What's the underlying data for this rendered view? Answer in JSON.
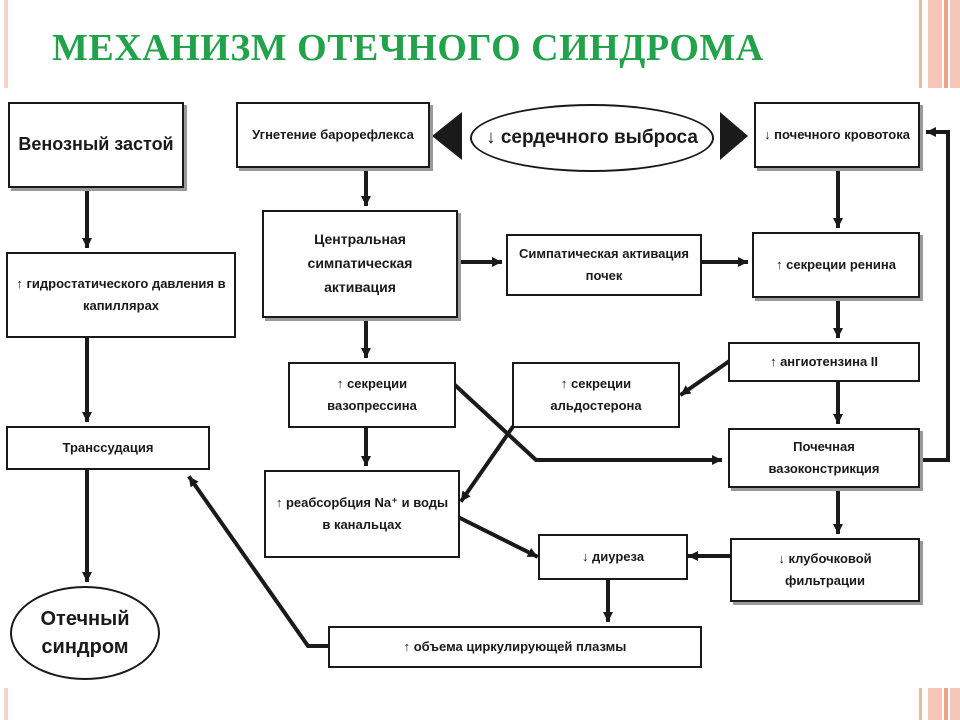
{
  "title": "МЕХАНИЗМ ОТЕЧНОГО СИНДРОМА",
  "nodes": {
    "venous": "Венозный застой",
    "hydro": "↑ гидростатического давления в капиллярах",
    "transudation": "Транссудация",
    "edema": "Отечный синдром",
    "baroreflex": "Угнетение барорефлекса",
    "cardiac_output": "↓ сердечного выброса",
    "renal_flow": "↓ почечного кровотока",
    "central_symp": "Центральная симпатическая активация",
    "renal_symp": "Симпатическая активация почек",
    "renin": "↑ секреции ренина",
    "angiotensin": "↑ ангиотензина II",
    "vasopressin": "↑ секреции вазопрессина",
    "aldosterone": "↑ секреции альдостерона",
    "vasoconstriction": "Почечная вазоконстрикция",
    "reabsorption": "↑ реабсорбция Na⁺ и воды в канальцах",
    "diuresis": "↓ диуреза",
    "gfr": "↓ клубочковой фильтрации",
    "plasma_volume": "↑ объема циркулирующей плазмы"
  },
  "colors": {
    "title": "#22a24a",
    "line": "#1a1a1a",
    "accent_stripe": "#f6c7b8"
  }
}
